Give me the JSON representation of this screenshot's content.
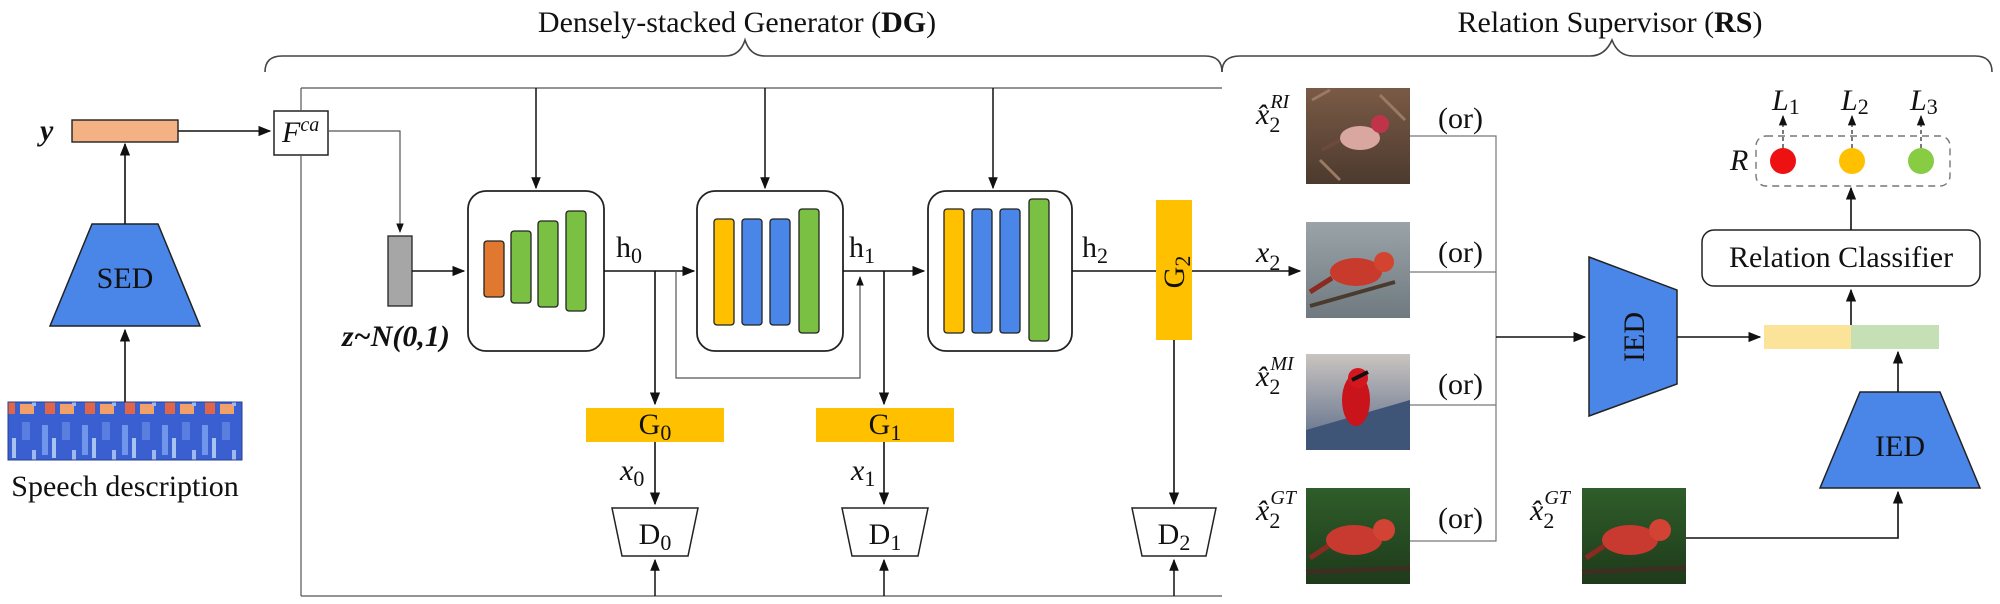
{
  "sections": {
    "dg_title": "Densely-stacked Generator (",
    "dg_abbr": "DG",
    "dg_close": ")",
    "rs_title": "Relation  Supervisor (",
    "rs_abbr": "RS",
    "rs_close": ")"
  },
  "inputs": {
    "y_label": "y",
    "sed_label": "SED",
    "speech_label": "Speech description",
    "fca_base": "F",
    "fca_sup": "ca",
    "z_label": "z~N(0,1)"
  },
  "hidden": [
    {
      "base": "h",
      "sub": "0"
    },
    {
      "base": "h",
      "sub": "1"
    },
    {
      "base": "h",
      "sub": "2"
    }
  ],
  "generators": [
    {
      "base": "G",
      "sub": "0",
      "out": "x",
      "out_sub": "0"
    },
    {
      "base": "G",
      "sub": "1",
      "out": "x",
      "out_sub": "1"
    },
    {
      "base": "G",
      "sub": "2"
    }
  ],
  "discriminators": [
    {
      "base": "D",
      "sub": "0"
    },
    {
      "base": "D",
      "sub": "1"
    },
    {
      "base": "D",
      "sub": "2"
    }
  ],
  "samples": [
    {
      "base": "x̂",
      "sub": "2",
      "sup": "RI",
      "or": "(or)"
    },
    {
      "base": "x",
      "sub": "2",
      "sup": "",
      "or": "(or)"
    },
    {
      "base": "x̂",
      "sub": "2",
      "sup": "MI",
      "or": "(or)"
    },
    {
      "base": "x̂",
      "sub": "2",
      "sup": "GT",
      "or": "(or)"
    }
  ],
  "gt_ref": {
    "base": "x̂",
    "sub": "2",
    "sup": "GT"
  },
  "ied_label": "IED",
  "relation_classifier": "Relation Classifier",
  "relation_label": "R",
  "losses": [
    {
      "base": "L",
      "sub": "1",
      "color": "#ee1111"
    },
    {
      "base": "L",
      "sub": "2",
      "color": "#ffc000"
    },
    {
      "base": "L",
      "sub": "3",
      "color": "#88cc44"
    }
  ],
  "colors": {
    "blue": "#4a86e8",
    "yellow": "#ffc000",
    "green": "#7ac143",
    "orange": "#e07830",
    "y_bar": "#f4b183",
    "z_bar": "#a6a6a6",
    "feat_left": "#fbe39a",
    "feat_right": "#c5e0b4"
  }
}
